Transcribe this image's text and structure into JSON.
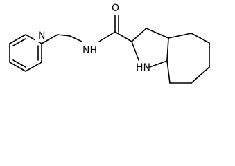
{
  "structure": {
    "atoms": {
      "pyridine_n": "N",
      "amide_nh": "NH",
      "carbonyl_o": "O",
      "ring_nh": "HN"
    }
  }
}
